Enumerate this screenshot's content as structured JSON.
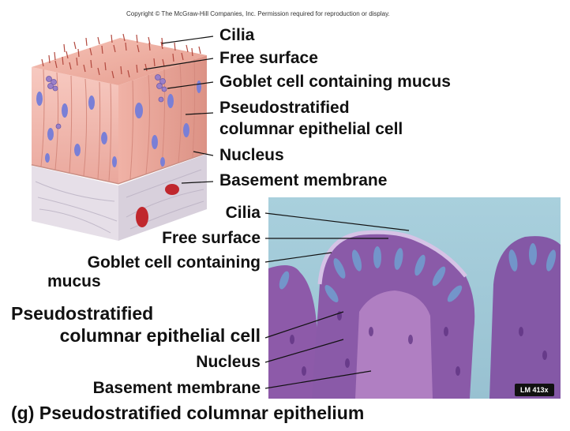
{
  "copyright": "Copyright © The McGraw-Hill Companies, Inc. Permission required for reproduction or display.",
  "drawing_labels": {
    "cilia": "Cilia",
    "free_surface": "Free surface",
    "goblet": "Goblet cell containing mucus",
    "pseudo_line1": "Pseudostratified",
    "pseudo_line2": "columnar epithelial cell",
    "nucleus": "Nucleus",
    "basement": "Basement membrane"
  },
  "micro_labels": {
    "cilia": "Cilia",
    "free_surface": "Free surface",
    "goblet_line1": "Goblet cell containing",
    "goblet_line2": "mucus",
    "pseudo_line1": "Pseudostratified",
    "pseudo_line2": "columnar epithelial cell",
    "nucleus": "Nucleus",
    "basement": "Basement membrane"
  },
  "scale_badge": "LM 413x",
  "caption": "(g) Pseudostratified columnar epithelium",
  "colors": {
    "tissue_pink": "#f2b8b0",
    "nucleus_blue": "#7a7fd6",
    "micro_background": "#9fc6d6",
    "micro_tissue": "#8a5aa8"
  }
}
